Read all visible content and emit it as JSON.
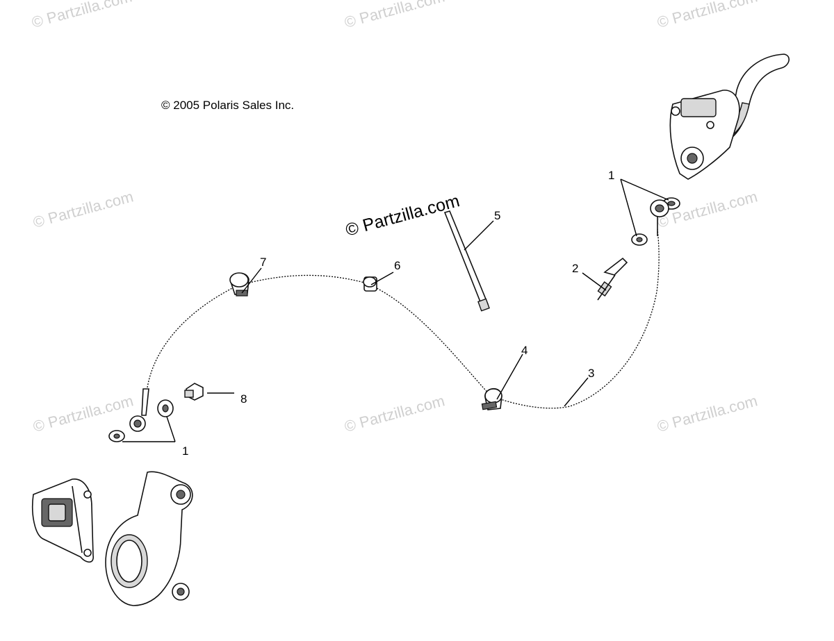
{
  "copyright": "© 2005 Polaris Sales Inc.",
  "watermark": {
    "text": "© Partzilla.com",
    "main_text": "© Partzilla.com"
  },
  "callouts": [
    "1",
    "2",
    "3",
    "4",
    "5",
    "6",
    "7",
    "8",
    "1"
  ]
}
